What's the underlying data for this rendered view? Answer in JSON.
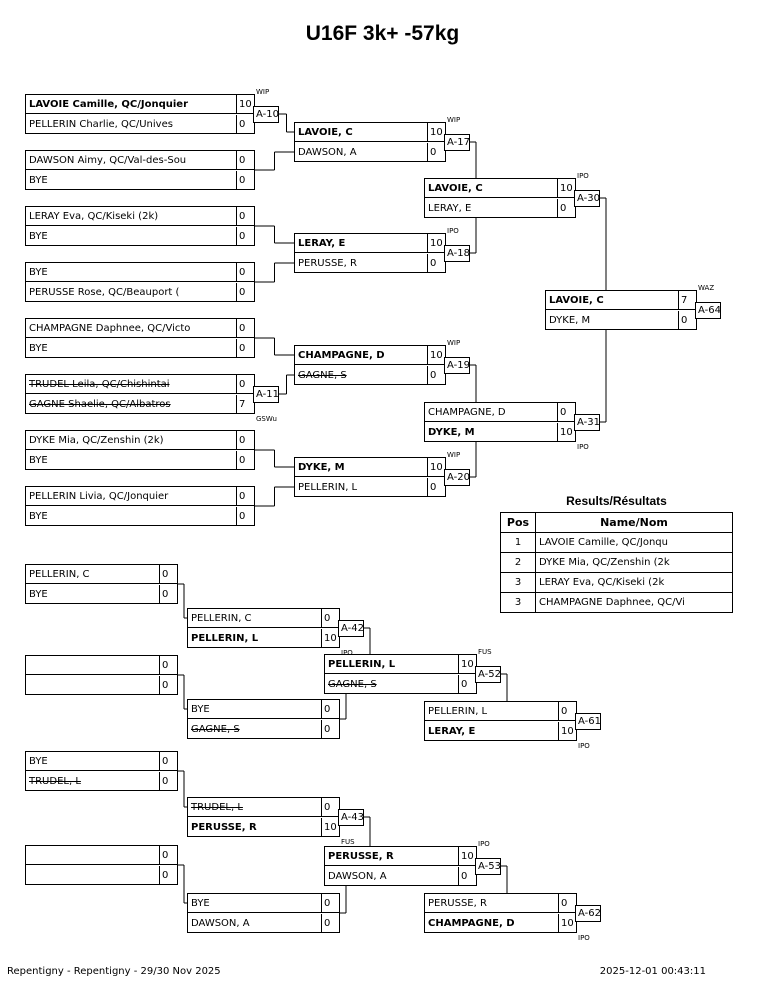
{
  "title": "U16F 3k+ -57kg",
  "matches": [
    {
      "id": "m1",
      "p1": {
        "name": "LAVOIE Camille, QC/Jonquier",
        "score": "10",
        "bold": true
      },
      "p2": {
        "name": "PELLERIN Charlie, QC/Unives",
        "score": "0"
      },
      "label": "A-10",
      "code": "WIP",
      "codePos": "top"
    },
    {
      "id": "m2",
      "p1": {
        "name": "DAWSON Aimy, QC/Val-des-Sou",
        "score": "0"
      },
      "p2": {
        "name": "BYE",
        "score": "0"
      }
    },
    {
      "id": "m3",
      "p1": {
        "name": "LERAY Eva, QC/Kiseki (2k)",
        "score": "0"
      },
      "p2": {
        "name": "BYE",
        "score": "0"
      }
    },
    {
      "id": "m4",
      "p1": {
        "name": "BYE",
        "score": "0"
      },
      "p2": {
        "name": "PERUSSE Rose, QC/Beauport (",
        "score": "0"
      }
    },
    {
      "id": "m5",
      "p1": {
        "name": "CHAMPAGNE Daphnee, QC/Victo",
        "score": "0"
      },
      "p2": {
        "name": "BYE",
        "score": "0"
      }
    },
    {
      "id": "m6",
      "p1": {
        "name": "TRUDEL Leila, QC/Chishintai",
        "score": "0",
        "strike": true
      },
      "p2": {
        "name": "GAGNE Shaelie, QC/Albatros",
        "score": "7",
        "strike": true
      },
      "label": "A-11",
      "code": "GSWu",
      "codePos": "bottom"
    },
    {
      "id": "m7",
      "p1": {
        "name": "DYKE Mia, QC/Zenshin (2k)",
        "score": "0"
      },
      "p2": {
        "name": "BYE",
        "score": "0"
      }
    },
    {
      "id": "m8",
      "p1": {
        "name": "PELLERIN Livia, QC/Jonquier",
        "score": "0"
      },
      "p2": {
        "name": "BYE",
        "score": "0"
      }
    },
    {
      "id": "q1",
      "p1": {
        "name": "LAVOIE, C",
        "score": "10",
        "bold": true
      },
      "p2": {
        "name": "DAWSON, A",
        "score": "0"
      },
      "label": "A-17",
      "code": "WIP",
      "codePos": "top"
    },
    {
      "id": "q2",
      "p1": {
        "name": "LERAY, E",
        "score": "10",
        "bold": true
      },
      "p2": {
        "name": "PERUSSE, R",
        "score": "0"
      },
      "label": "A-18",
      "code": "IPO",
      "codePos": "top"
    },
    {
      "id": "q3",
      "p1": {
        "name": "CHAMPAGNE, D",
        "score": "10",
        "bold": true
      },
      "p2": {
        "name": "GAGNE, S",
        "score": "0",
        "strike": true
      },
      "label": "A-19",
      "code": "WIP",
      "codePos": "top"
    },
    {
      "id": "q4",
      "p1": {
        "name": "DYKE, M",
        "score": "10",
        "bold": true
      },
      "p2": {
        "name": "PELLERIN, L",
        "score": "0"
      },
      "label": "A-20",
      "code": "WIP",
      "codePos": "top"
    },
    {
      "id": "s1",
      "p1": {
        "name": "LAVOIE, C",
        "score": "10",
        "bold": true
      },
      "p2": {
        "name": "LERAY, E",
        "score": "0"
      },
      "label": "A-30",
      "code": "IPO",
      "codePos": "top"
    },
    {
      "id": "s2",
      "p1": {
        "name": "CHAMPAGNE, D",
        "score": "0"
      },
      "p2": {
        "name": "DYKE, M",
        "score": "10",
        "bold": true
      },
      "label": "A-31",
      "code": "IPO",
      "codePos": "bottom"
    },
    {
      "id": "f1",
      "p1": {
        "name": "LAVOIE, C",
        "score": "7",
        "bold": true
      },
      "p2": {
        "name": "DYKE, M",
        "score": "0"
      },
      "label": "A-64",
      "code": "WAZ",
      "codePos": "top"
    },
    {
      "id": "r1",
      "p1": {
        "name": "PELLERIN, C",
        "score": "0"
      },
      "p2": {
        "name": "BYE",
        "score": "0"
      }
    },
    {
      "id": "r2",
      "p1": {
        "name": "",
        "score": "0"
      },
      "p2": {
        "name": "",
        "score": "0"
      }
    },
    {
      "id": "r3",
      "p1": {
        "name": "PELLERIN, C",
        "score": "0"
      },
      "p2": {
        "name": "PELLERIN, L",
        "score": "10",
        "bold": true
      },
      "label": "A-42",
      "code": "IPO",
      "codePos": "bottom"
    },
    {
      "id": "r4",
      "p1": {
        "name": "BYE",
        "score": "0"
      },
      "p2": {
        "name": "GAGNE, S",
        "score": "0",
        "strike": true
      }
    },
    {
      "id": "r5",
      "p1": {
        "name": "PELLERIN, L",
        "score": "10",
        "bold": true
      },
      "p2": {
        "name": "GAGNE, S",
        "score": "0",
        "strike": true
      },
      "label": "A-52",
      "code": "FUS",
      "codePos": "top"
    },
    {
      "id": "r6",
      "p1": {
        "name": "PELLERIN, L",
        "score": "0"
      },
      "p2": {
        "name": "LERAY, E",
        "score": "10",
        "bold": true
      },
      "label": "A-61",
      "code": "IPO",
      "codePos": "bottom"
    },
    {
      "id": "r7",
      "p1": {
        "name": "BYE",
        "score": "0"
      },
      "p2": {
        "name": "TRUDEL, L",
        "score": "0",
        "strike": true
      }
    },
    {
      "id": "r8",
      "p1": {
        "name": "",
        "score": "0"
      },
      "p2": {
        "name": "",
        "score": "0"
      }
    },
    {
      "id": "r9",
      "p1": {
        "name": "TRUDEL, L",
        "score": "0",
        "strike": true
      },
      "p2": {
        "name": "PERUSSE, R",
        "score": "10",
        "bold": true
      },
      "label": "A-43",
      "code": "FUS",
      "codePos": "bottom"
    },
    {
      "id": "r10",
      "p1": {
        "name": "BYE",
        "score": "0"
      },
      "p2": {
        "name": "DAWSON, A",
        "score": "0"
      }
    },
    {
      "id": "r11",
      "p1": {
        "name": "PERUSSE, R",
        "score": "10",
        "bold": true
      },
      "p2": {
        "name": "DAWSON, A",
        "score": "0"
      },
      "label": "A-53",
      "code": "IPO",
      "codePos": "top"
    },
    {
      "id": "r12",
      "p1": {
        "name": "PERUSSE, R",
        "score": "0"
      },
      "p2": {
        "name": "CHAMPAGNE, D",
        "score": "10",
        "bold": true
      },
      "label": "A-62",
      "code": "IPO",
      "codePos": "bottom"
    }
  ],
  "results": {
    "title": "Results/Résultats",
    "col_pos": "Pos",
    "col_name": "Name/Nom",
    "rows": [
      {
        "pos": "1",
        "name": "LAVOIE Camille, QC/Jonqu"
      },
      {
        "pos": "2",
        "name": "DYKE Mia, QC/Zenshin (2k"
      },
      {
        "pos": "3",
        "name": "LERAY Eva, QC/Kiseki (2k"
      },
      {
        "pos": "3",
        "name": "CHAMPAGNE Daphnee, QC/Vi"
      }
    ]
  },
  "footer": {
    "left": "Repentigny - Repentigny - 29/30 Nov 2025",
    "right": "2025-12-01 00:43:11"
  }
}
